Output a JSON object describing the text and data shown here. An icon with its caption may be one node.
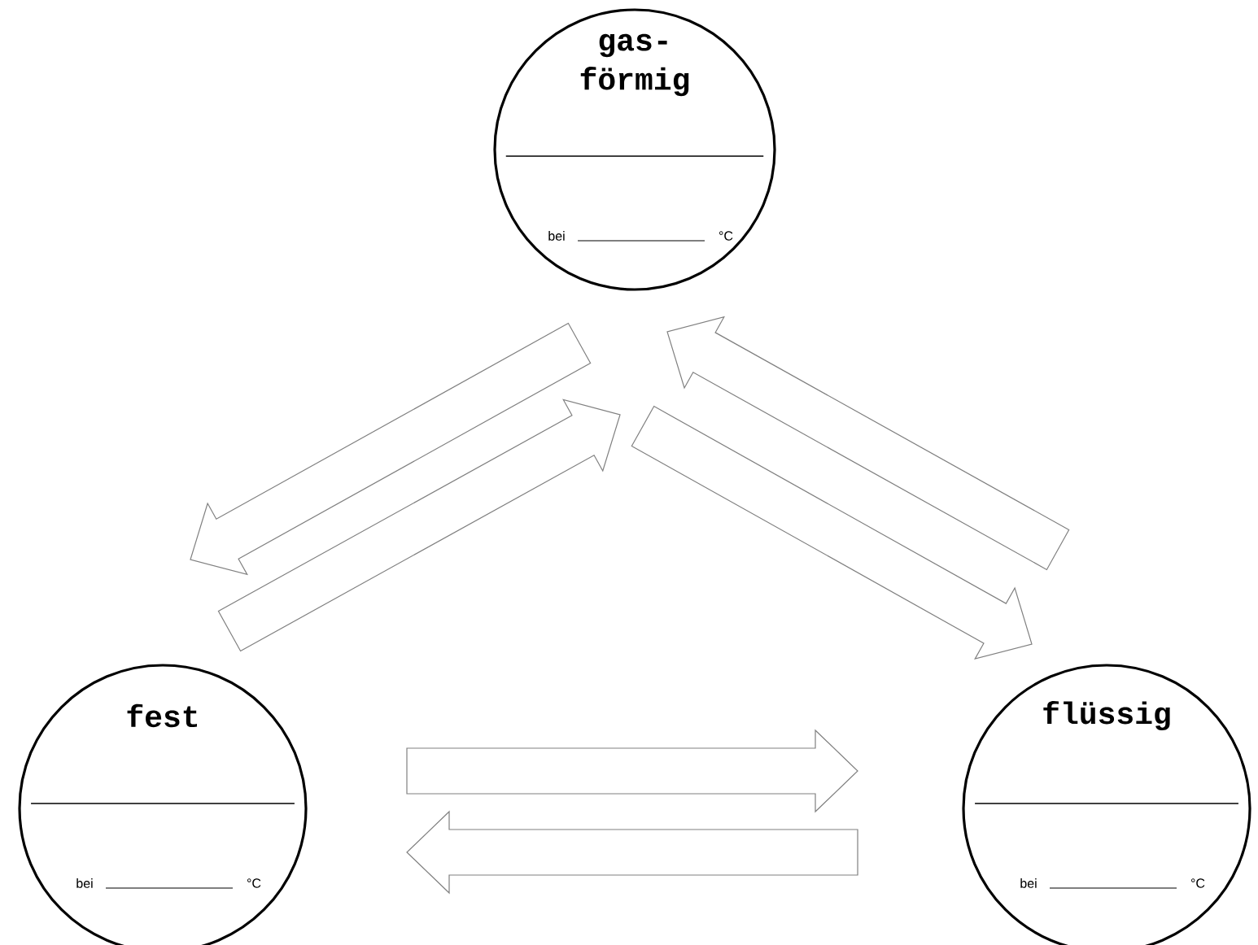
{
  "diagram": {
    "nodes": [
      {
        "text": [
          "gas- förmig",
          "bei",
          "°C"
        ]
      },
      {
        "text": [
          "fest",
          "bei",
          "°C"
        ]
      },
      {
        "text": [
          "flüssig",
          "bei",
          "°C"
        ]
      }
    ],
    "edges": [
      {
        "from": 0,
        "to": 1,
        "arrow": "to"
      },
      {
        "from": 1,
        "to": 0,
        "arrow": "to"
      },
      {
        "from": 2,
        "to": 0,
        "arrow": "to"
      },
      {
        "from": 0,
        "to": 2,
        "arrow": "to"
      },
      {
        "from": 1,
        "to": 2,
        "arrow": "to"
      },
      {
        "from": 2,
        "to": 1,
        "arrow": "to"
      }
    ]
  }
}
